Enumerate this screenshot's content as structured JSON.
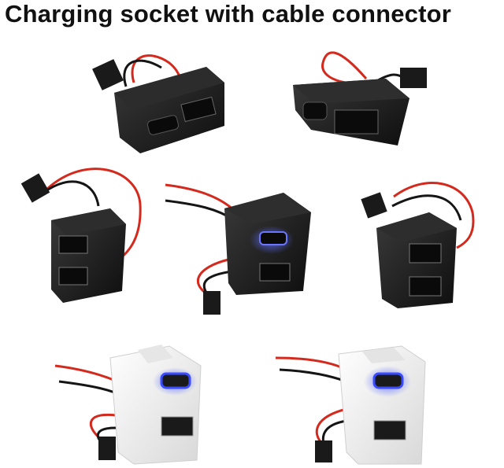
{
  "title": "Charging socket with cable connector",
  "photo": {
    "products": [
      {
        "name": "black-horizontal-socket-usbc-usba",
        "color": "#1b1b1b"
      },
      {
        "name": "black-horizontal-socket-usbc-usba-angled",
        "color": "#1b1b1b"
      },
      {
        "name": "black-vertical-socket-dual-usba",
        "color": "#1b1b1b"
      },
      {
        "name": "black-square-socket-usbc-usba-blue-led",
        "color": "#111111"
      },
      {
        "name": "black-square-socket-dual-usba",
        "color": "#1e1e1e"
      },
      {
        "name": "white-square-socket-usbc-usba-blue-led",
        "color": "#f2f2f2"
      },
      {
        "name": "white-square-socket-usbc-usba-blue-led-front",
        "color": "#f2f2f2"
      }
    ],
    "colors": {
      "wire_red": "#d42a1e",
      "wire_black": "#151515",
      "led_blue": "#3b4cff",
      "body_black": "#1b1b1b",
      "body_white": "#f2f2f2"
    }
  }
}
